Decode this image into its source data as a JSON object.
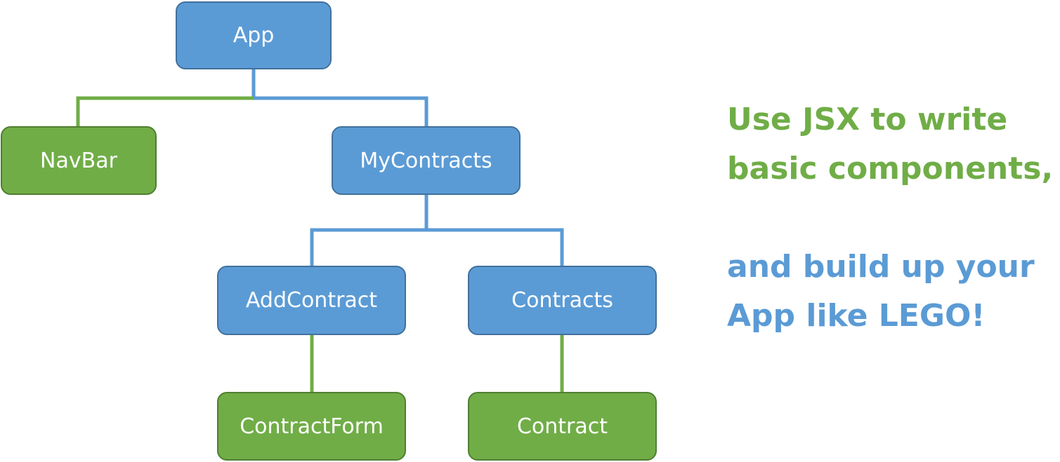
{
  "tree": {
    "nodes": [
      {
        "id": "app",
        "label": "App",
        "color": "blue"
      },
      {
        "id": "navbar",
        "label": "NavBar",
        "color": "green"
      },
      {
        "id": "mycontracts",
        "label": "MyContracts",
        "color": "blue"
      },
      {
        "id": "addcontract",
        "label": "AddContract",
        "color": "blue"
      },
      {
        "id": "contracts",
        "label": "Contracts",
        "color": "blue"
      },
      {
        "id": "contractform",
        "label": "ContractForm",
        "color": "green"
      },
      {
        "id": "contract",
        "label": "Contract",
        "color": "green"
      }
    ],
    "edges": [
      {
        "from": "app",
        "to": "navbar"
      },
      {
        "from": "app",
        "to": "mycontracts"
      },
      {
        "from": "mycontracts",
        "to": "addcontract"
      },
      {
        "from": "mycontracts",
        "to": "contracts"
      },
      {
        "from": "addcontract",
        "to": "contractform"
      },
      {
        "from": "contracts",
        "to": "contract"
      }
    ]
  },
  "tagline": {
    "green_lines": [
      "Use JSX to write",
      "basic components,"
    ],
    "blue_lines": [
      "and build up your",
      "App like LEGO!"
    ]
  },
  "colors": {
    "blue": "#5b9bd5",
    "blue_border": "#41719c",
    "green": "#70ad47",
    "green_border": "#507e32"
  }
}
